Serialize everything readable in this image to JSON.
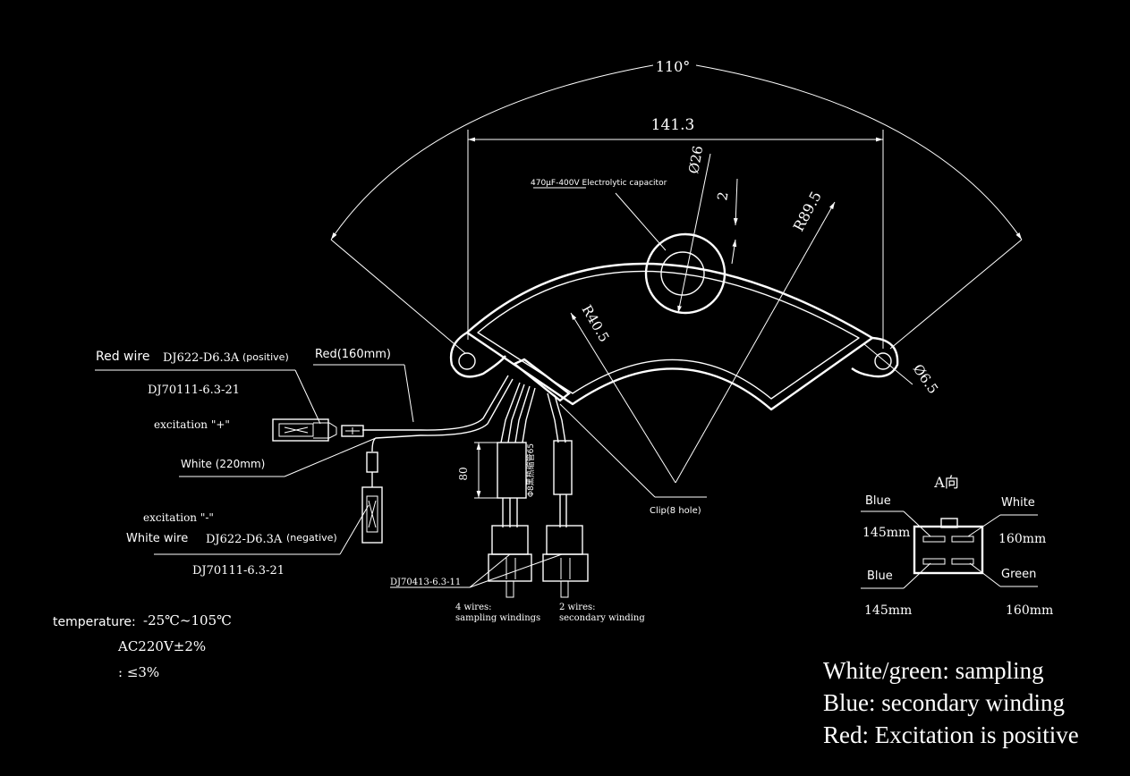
{
  "dimensions": {
    "angle": "110°",
    "width": "141.3",
    "hole_dia": "Ø26",
    "gap": "2",
    "outer_radius": "R89.5",
    "inner_radius": "R40.5",
    "mount_hole": "Ø6.5",
    "tube_length": "80"
  },
  "capacitor_label": "470μF-400V Electrolytic capacitor",
  "tube_label": "Φ8黑热缩管65",
  "clip_label": "Clip(8 hole)",
  "connector_part": "DJ70413-6.3-11",
  "red_wire": {
    "title_prefix": "Red wire",
    "part": "DJ622-D6.3A",
    "polarity": "(positive)",
    "terminal": "DJ70111-6.3-21",
    "excitation": "excitation \"+\"",
    "length_label": "Red(160mm)"
  },
  "white_wire": {
    "length_label": "White (220mm)",
    "excitation": "excitation \"-\"",
    "title_prefix": "White wire",
    "part": "DJ622-D6.3A",
    "polarity": "(negative)",
    "terminal": "DJ70111-6.3-21"
  },
  "wires_4": {
    "line1": "4 wires:",
    "line2": "sampling windings"
  },
  "wires_2": {
    "line1": "2 wires:",
    "line2": "secondary winding"
  },
  "specs": {
    "temperature_label": "temperature:",
    "temperature_value": "-25℃~105℃",
    "voltage": "AC220V±2%",
    "regulation": ": ≤3%"
  },
  "view_a": {
    "title": "A向",
    "top_left_color": "Blue",
    "top_left_length": "145mm",
    "top_right_color": "White",
    "top_right_length": "160mm",
    "bottom_left_color": "Blue",
    "bottom_left_length": "145mm",
    "bottom_right_color": "Green",
    "bottom_right_length": "160mm"
  },
  "legend": [
    "White/green: sampling",
    "Blue: secondary winding",
    "Red: Excitation is positive"
  ]
}
